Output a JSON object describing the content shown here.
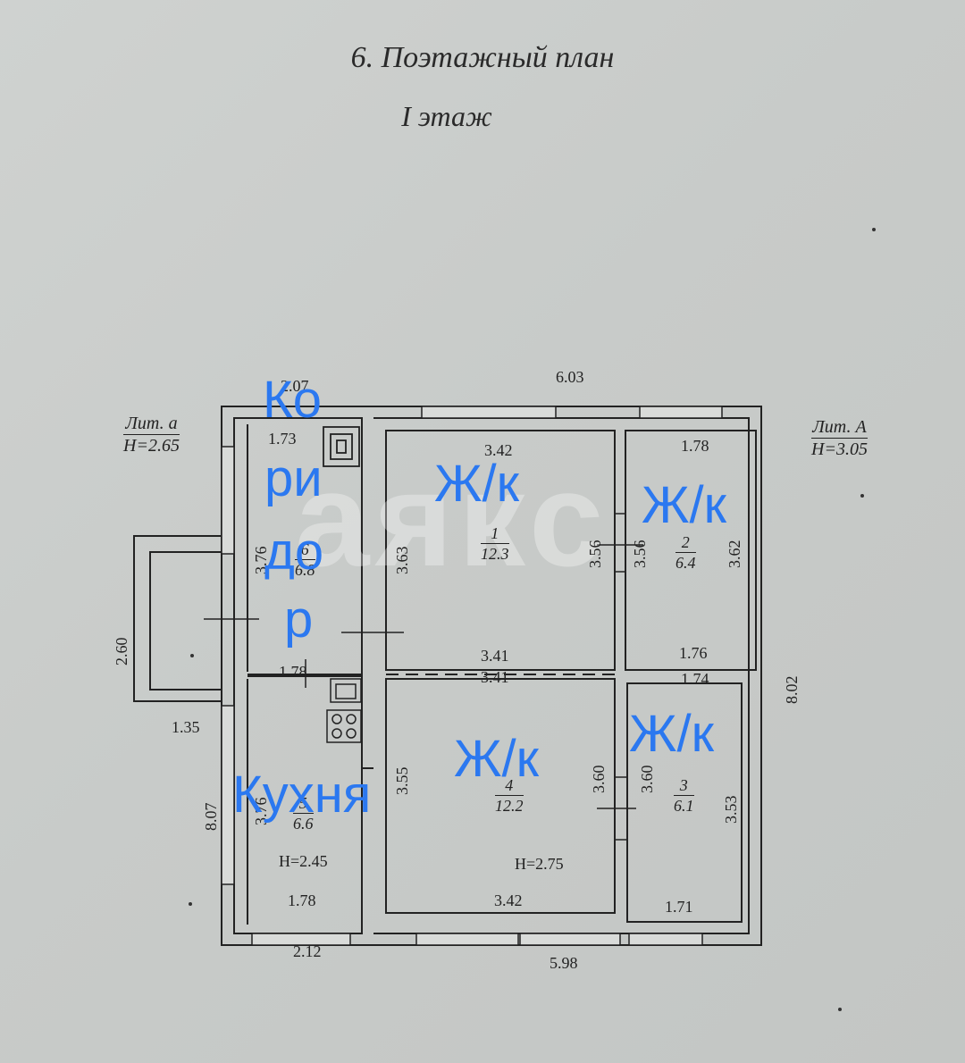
{
  "header": {
    "plan_title": "6. Поэтажный план",
    "floor_title": "I этаж"
  },
  "lit_left": {
    "name": "Лит. а",
    "height": "H=2.65"
  },
  "lit_right": {
    "name": "Лит. А",
    "height": "H=3.05"
  },
  "dimensions": {
    "top_total": "6.03",
    "bottom_total": "5.98",
    "right_total": "8.02",
    "left_total": "8.07",
    "porch_height": "2.60",
    "porch_width": "1.35",
    "bottom_left": "2.12",
    "corridor_top_outer": "2.07",
    "corridor_top_inner": "1.73",
    "corridor_side": "3.76",
    "corridor_bottom": "1.78",
    "kitchen_bottom": "1.78",
    "kitchen_side": "3.76",
    "room1_top": "3.42",
    "room1_left": "3.63",
    "room1_right": "3.56",
    "room1_bottom": "3.41",
    "room2_top": "1.78",
    "room2_left": "3.56",
    "room2_right": "3.62",
    "room2_bottom": "1.76",
    "room3_top": "1.74",
    "room3_left": "3.60",
    "room3_right": "3.53",
    "room3_bottom": "1.71",
    "room4_top": "3.41",
    "room4_left": "3.55",
    "room4_right": "3.60",
    "room4_bottom": "3.42"
  },
  "rooms": {
    "room1": {
      "num": "1",
      "area": "12.3"
    },
    "room2": {
      "num": "2",
      "area": "6.4"
    },
    "room3": {
      "num": "3",
      "area": "6.1"
    },
    "room4": {
      "num": "4",
      "area": "12.2"
    },
    "room5": {
      "num": "5",
      "area": "6.6"
    },
    "room6": {
      "num": "6",
      "area": "6.8"
    }
  },
  "heights": {
    "kitchen": "H=2.45",
    "main": "H=2.75"
  },
  "overlay_labels": {
    "corridor_1": "Ко",
    "corridor_2": "ри",
    "corridor_3": "до",
    "corridor_4": "р",
    "room1": "Ж/к",
    "room2": "Ж/к",
    "room3": "Ж/к",
    "room4": "Ж/к",
    "kitchen": "Кухня"
  },
  "colors": {
    "overlay": "#2b78f0",
    "ink": "#222222",
    "paper": "#cbcecc"
  }
}
